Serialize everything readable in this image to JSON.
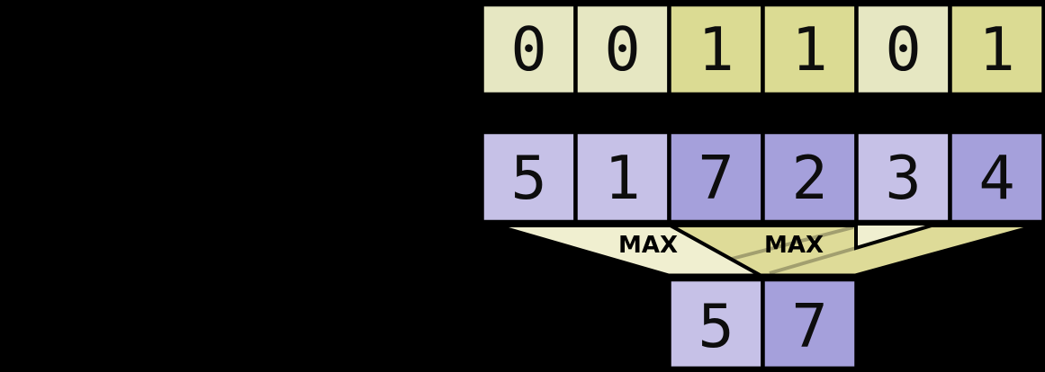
{
  "diagram": {
    "mask_row": {
      "cells": [
        {
          "value": "0",
          "highlight": false
        },
        {
          "value": "0",
          "highlight": false
        },
        {
          "value": "1",
          "highlight": true
        },
        {
          "value": "1",
          "highlight": true
        },
        {
          "value": "0",
          "highlight": false
        },
        {
          "value": "1",
          "highlight": true
        }
      ]
    },
    "input_row": {
      "cells": [
        {
          "value": "5",
          "highlight": false
        },
        {
          "value": "1",
          "highlight": false
        },
        {
          "value": "7",
          "highlight": true
        },
        {
          "value": "2",
          "highlight": true
        },
        {
          "value": "3",
          "highlight": false
        },
        {
          "value": "4",
          "highlight": true
        }
      ]
    },
    "funnels": [
      {
        "label": "MAX"
      },
      {
        "label": "MAX"
      }
    ],
    "output_row": {
      "cells": [
        {
          "value": "5",
          "highlight": false
        },
        {
          "value": "7",
          "highlight": true
        }
      ]
    },
    "colors": {
      "background": "#000000",
      "cell_yellow_light": "#e6e7c2",
      "cell_yellow_dark": "#dbdb93",
      "cell_purple_light": "#c6c1e7",
      "cell_purple_dark": "#a5a0db",
      "funnel_cream": "#f0efd0",
      "funnel_olive": "#dedb98",
      "stroke": "#000000",
      "digit": "#0d0d0d",
      "label": "#000000"
    }
  }
}
